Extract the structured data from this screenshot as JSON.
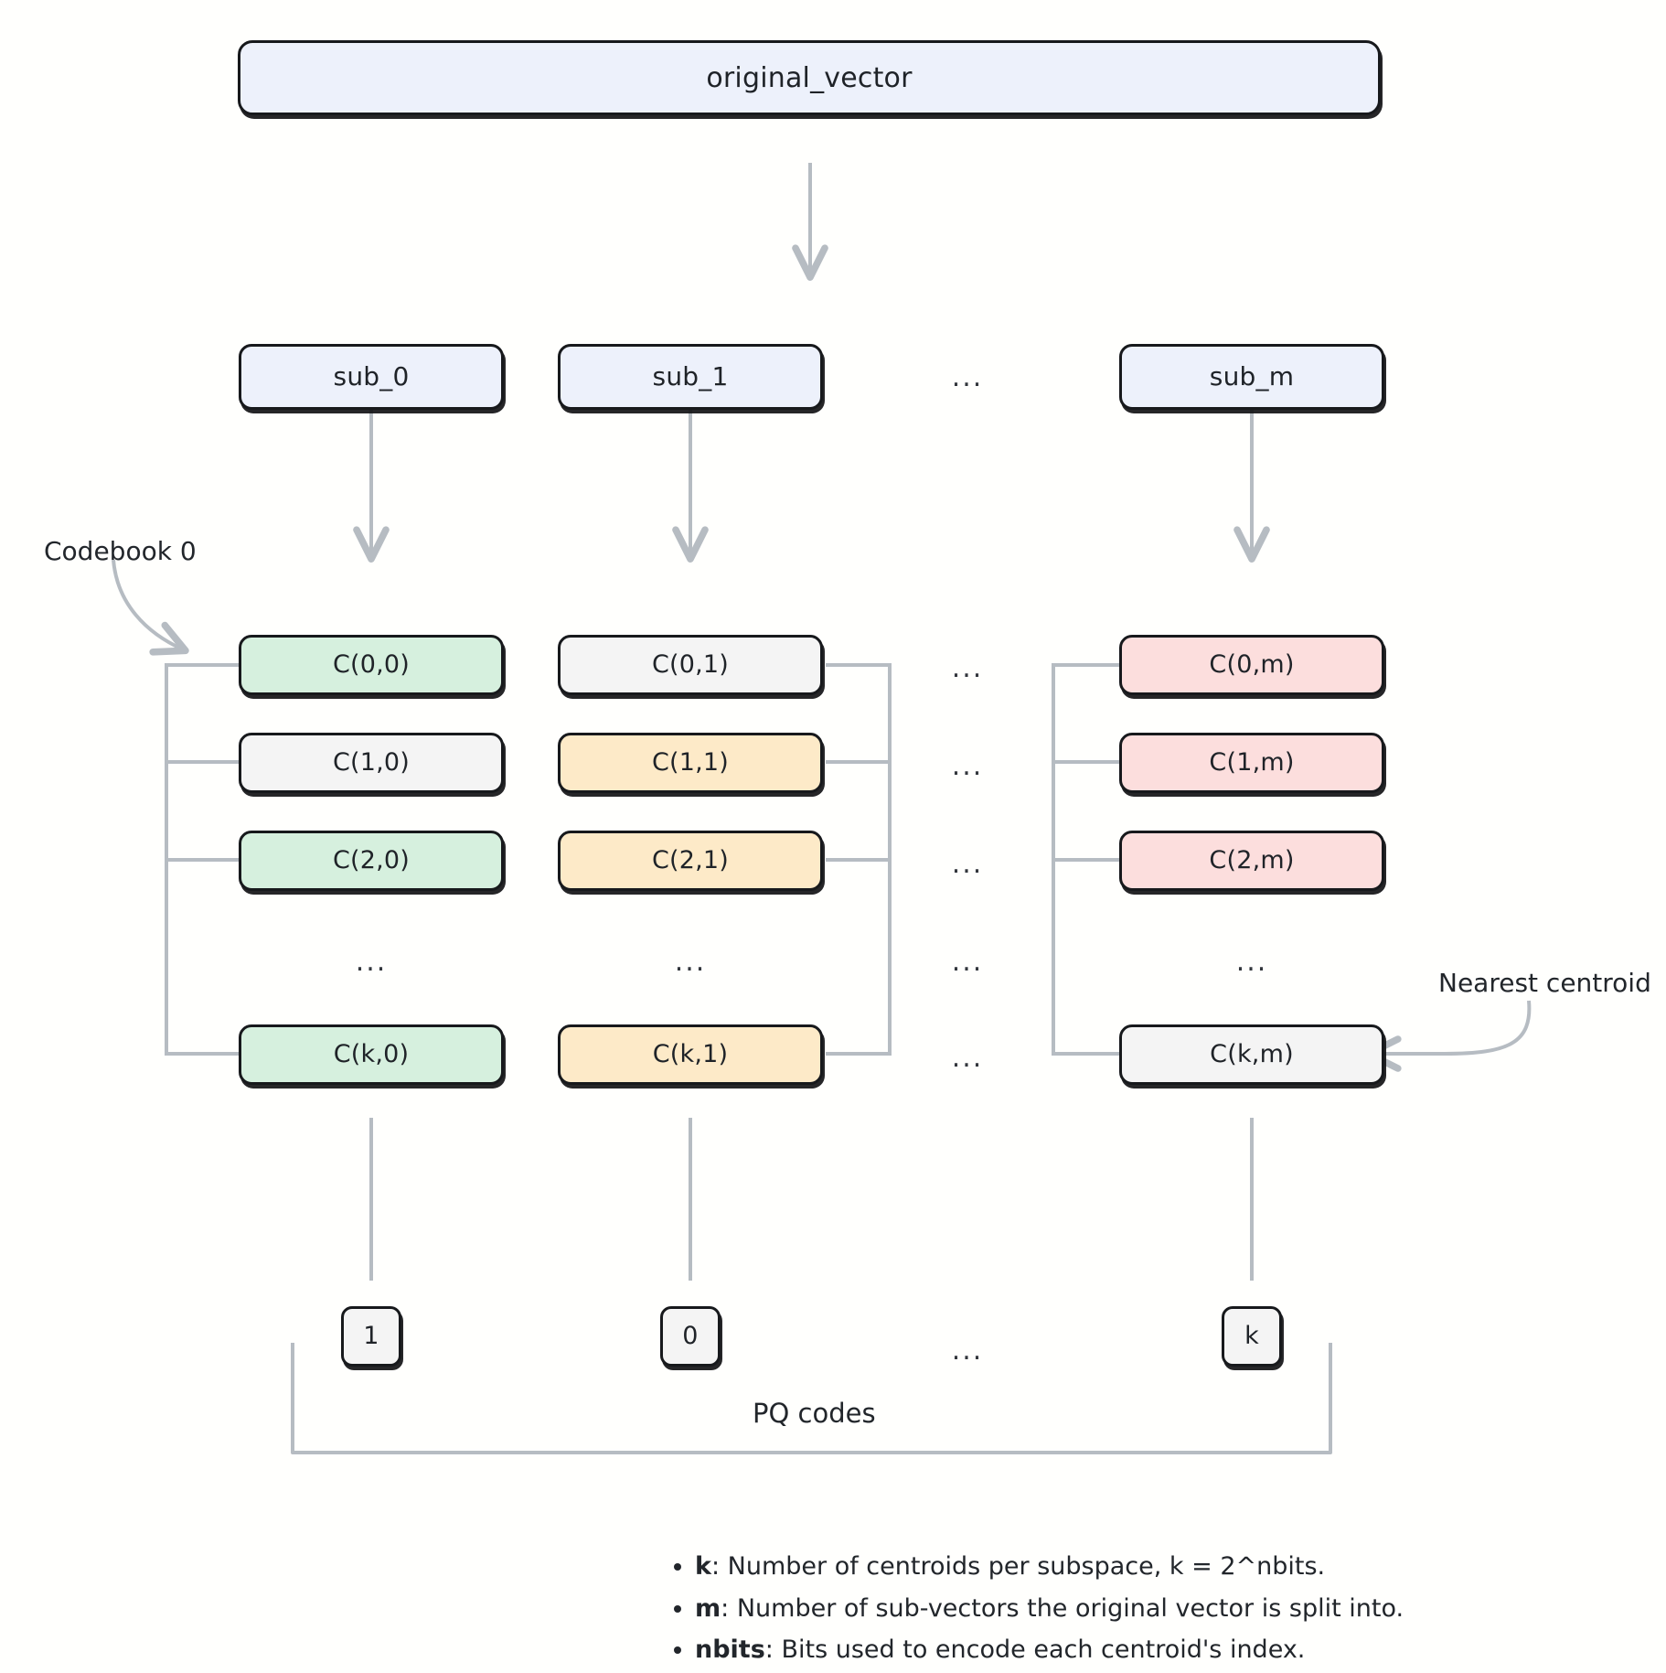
{
  "diagram": {
    "title_node": {
      "label": "original_vector"
    },
    "subvectors": [
      {
        "label": "sub_0"
      },
      {
        "label": "sub_1"
      },
      {
        "label": "sub_m"
      }
    ],
    "subvector_gap_dots": "...",
    "codebooks": [
      {
        "column": 0,
        "bracket_side": "left",
        "cells": [
          {
            "label": "C(0,0)",
            "color": "green"
          },
          {
            "label": "C(1,0)",
            "color": "grey"
          },
          {
            "label": "C(2,0)",
            "color": "green"
          },
          {
            "label": "...",
            "color": "dots"
          },
          {
            "label": "C(k,0)",
            "color": "green"
          }
        ]
      },
      {
        "column": 1,
        "bracket_side": "right",
        "cells": [
          {
            "label": "C(0,1)",
            "color": "grey"
          },
          {
            "label": "C(1,1)",
            "color": "orange"
          },
          {
            "label": "C(2,1)",
            "color": "orange"
          },
          {
            "label": "...",
            "color": "dots"
          },
          {
            "label": "C(k,1)",
            "color": "orange"
          }
        ]
      },
      {
        "column": "m",
        "bracket_side": "left",
        "cells": [
          {
            "label": "C(0,m)",
            "color": "pink"
          },
          {
            "label": "C(1,m)",
            "color": "pink"
          },
          {
            "label": "C(2,m)",
            "color": "pink"
          },
          {
            "label": "...",
            "color": "dots"
          },
          {
            "label": "C(k,m)",
            "color": "grey"
          }
        ]
      }
    ],
    "codebook_gap_dots": [
      "...",
      "...",
      "...",
      "...",
      "..."
    ],
    "annotations": {
      "codebook_0": "Codebook 0",
      "nearest_centroid": "Nearest centroid"
    },
    "pq_codes": {
      "label": "PQ codes",
      "values": [
        "1",
        "0",
        "k"
      ],
      "gap_dots": "..."
    },
    "legend": [
      {
        "term": "k",
        "sep": ": ",
        "text": "Number of centroids per subspace, k = 2^nbits."
      },
      {
        "term": "m",
        "sep": ": ",
        "text": "Number of sub-vectors the original vector is split into."
      },
      {
        "term": "nbits",
        "sep": ": ",
        "text": "Bits used to encode each centroid's index."
      }
    ],
    "colors": {
      "background": "#fffffd",
      "node_border": "#17191c",
      "wire": "#b6bcc2",
      "blue": "#edf1fb",
      "green": "#d6f0de",
      "grey": "#f4f4f4",
      "orange": "#fdeac8",
      "pink": "#fcdedd"
    }
  }
}
